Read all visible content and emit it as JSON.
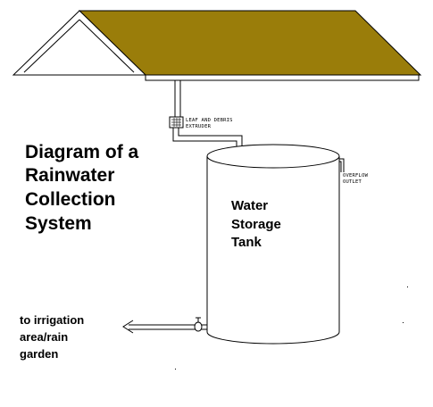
{
  "title": {
    "lines": [
      "Diagram of a",
      "Rainwater",
      "Collection",
      "System"
    ]
  },
  "tank": {
    "lines": [
      "Water",
      "Storage",
      "Tank"
    ]
  },
  "labels": {
    "extruder": [
      "LEAF AND DEBRIS",
      "EXTRUDER"
    ],
    "overflow": [
      "OVERFLOW",
      "OUTLET"
    ]
  },
  "outflow": {
    "lines": [
      "to irrigation",
      "area/rain",
      "garden"
    ]
  },
  "colors": {
    "roof": "#9a7d0a",
    "gable": "#ffffff",
    "lines": "#000000"
  }
}
